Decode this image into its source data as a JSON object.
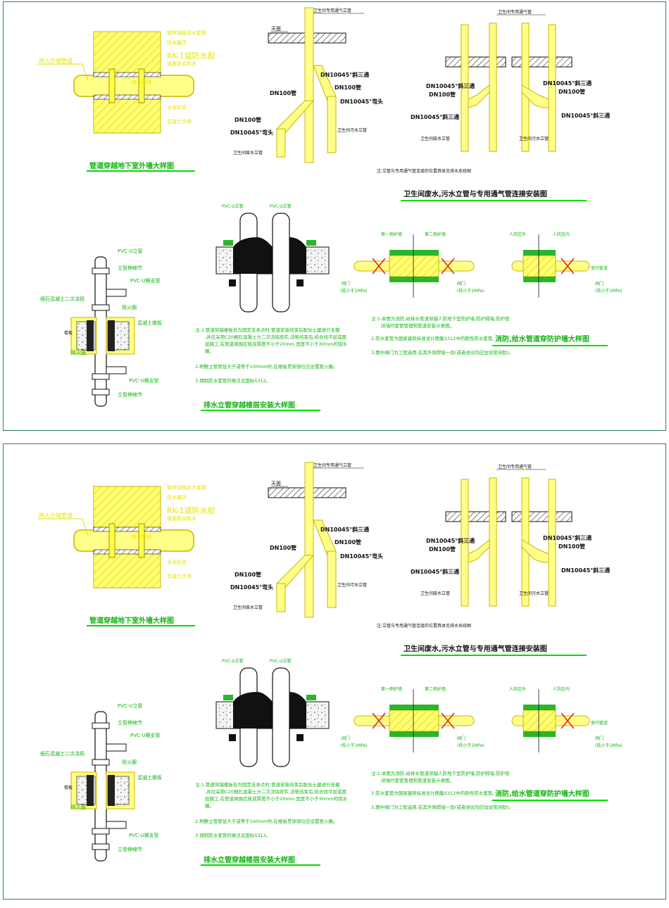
{
  "colors": {
    "pipe": "#ffff66",
    "pipe_stroke": "#d6c800",
    "line": "#111111",
    "label_green": "#12b512",
    "label_yellow": "#e0e000",
    "title_underline": "#00dd00",
    "frame": "#2e7d6b",
    "red": "#e02020"
  },
  "sheets": [
    {
      "wall": {
        "title": "管道穿越地下室外墙大样图",
        "labels": [
          "镀锌钢板防水套管",
          "防水翼环",
          "RK-1或防水胶",
          "填塞密实防水",
          "给水管道",
          "水泥砂浆",
          "混凝土外墙"
        ],
        "left_label": "伸入外墙管道"
      },
      "vent": {
        "title": "卫生间废水,污水立管与专用通气管连接安装图",
        "note": "注:立管与专用通气管连接的位置具体见排水系统图",
        "roof": "天面",
        "top_label": "卫生间专用通气立管",
        "labels": [
          "DN10045°斜三通",
          "DN100管",
          "DN100管",
          "DN10045°弯头",
          "DN100管",
          "DN10045°弯头",
          "卫生间污水立管",
          "卫生间废水立管"
        ],
        "right_top": "卫生间专用通气管",
        "right_labels": [
          "DN10045°斜三通",
          "DN100管",
          "DN10045°斜三通",
          "DN10045°斜三通",
          "DN100管",
          "DN10045°斜三通",
          "卫生间废水立管",
          "卫生间污水立管"
        ]
      },
      "stack": {
        "title": "排水立管穿越楼层安装大样图",
        "labels": [
          "PVC-U立管",
          "立管伸缩节",
          "PVC-U横支管",
          "细石混凝土二次浇捣",
          "阻火圈",
          "混凝土楼板",
          "阻火圈",
          "PVC-U横支管",
          "立管伸缩节"
        ],
        "slab_label": "楼板",
        "notes": [
          "注:1.管道穿越楼板处为固定支承点时,管道安装结束后配合土建进行支模,并应采用C20细石混凝土分二次浇捣密实,浇筑结束后,结合找平层或面层施工,在管道周围应筑成厚度不小于20mm,宽度不小于30mm的阻水圈。",
          "2.明敷立管管径大于或等于100mm时,在楼板贯穿部位应设置阻火圈。",
          "3.钢制防水套管的做法见国标S312。"
        ]
      },
      "fire": {
        "title": "消防,给水管道穿防护墙大样图",
        "labels_a": [
          "第一侧护墙",
          "第二侧护墙",
          "阀门",
          "(低小于1MPa)",
          "阀门",
          "(低小于1MPa)"
        ],
        "labels_b": [
          "人防区外",
          "人防区内",
          "室内管道",
          "阀门",
          "(低小于1MPa)"
        ],
        "notes": [
          "注:1.本图为消防,给排水管道穿越人防地下室防护墙,防护隔墙,防护密闭墙时套管管理和管道安装示意图。",
          "2.防水套管为国家建筑标准设计图集S312中的刚性防水套管。",
          "3.图中阀门为工程选用,在其外侧焊接一段(或者进出均应加设密闭肋)。"
        ]
      }
    },
    {
      "wall": {
        "title": "管道穿越地下室外墙大样图",
        "labels": [
          "镀锌钢板防水套管",
          "防水翼环",
          "RK-1或防水胶",
          "填塞密实防水",
          "给水管道",
          "水泥砂浆",
          "混凝土外墙"
        ],
        "left_label": "伸入外墙管道"
      },
      "vent": {
        "title": "卫生间废水,污水立管与专用通气管连接安装图",
        "note": "注:立管与专用通气管连接的位置具体见排水系统图",
        "roof": "天面",
        "top_label": "卫生间专用通气立管",
        "labels": [
          "DN10045°斜三通",
          "DN100管",
          "DN100管",
          "DN10045°弯头",
          "DN100管",
          "DN10045°弯头",
          "卫生间污水立管",
          "卫生间废水立管"
        ],
        "right_top": "卫生间专用通气管",
        "right_labels": [
          "DN10045°斜三通",
          "DN100管",
          "DN10045°斜三通",
          "DN10045°斜三通",
          "DN100管",
          "DN10045°斜三通",
          "卫生间废水立管",
          "卫生间污水立管"
        ]
      },
      "stack": {
        "title": "排水立管穿越楼层安装大样图",
        "labels": [
          "PVC-U立管",
          "立管伸缩节",
          "PVC-U横支管",
          "细石混凝土二次浇捣",
          "阻火圈",
          "混凝土楼板",
          "阻火圈",
          "PVC-U横支管",
          "立管伸缩节"
        ],
        "slab_label": "楼板",
        "notes": [
          "注:1.管道穿越楼板处为固定支承点时,管道安装结束后配合土建进行支模,并应采用C20细石混凝土分二次浇捣密实,浇筑结束后,结合找平层或面层施工,在管道周围应筑成厚度不小于20mm,宽度不小于30mm的阻水圈。",
          "2.明敷立管管径大于或等于100mm时,在楼板贯穿部位应设置阻火圈。",
          "3.钢制防水套管的做法见国标S312。"
        ]
      },
      "fire": {
        "title": "消防,给水管道穿防护墙大样图",
        "labels_a": [
          "第一侧护墙",
          "第二侧护墙",
          "阀门",
          "(低小于1MPa)",
          "阀门",
          "(低小于1MPa)"
        ],
        "labels_b": [
          "人防区外",
          "人防区内",
          "室内管道",
          "阀门",
          "(低小于1MPa)"
        ],
        "notes": [
          "注:1.本图为消防,给排水管道穿越人防地下室防护墙,防护隔墙,防护密闭墙时套管管理和管道安装示意图。",
          "2.防水套管为国家建筑标准设计图集S312中的刚性防水套管。",
          "3.图中阀门为工程选用,在其外侧焊接一段(或者进出均应加设密闭肋)。"
        ]
      }
    }
  ]
}
